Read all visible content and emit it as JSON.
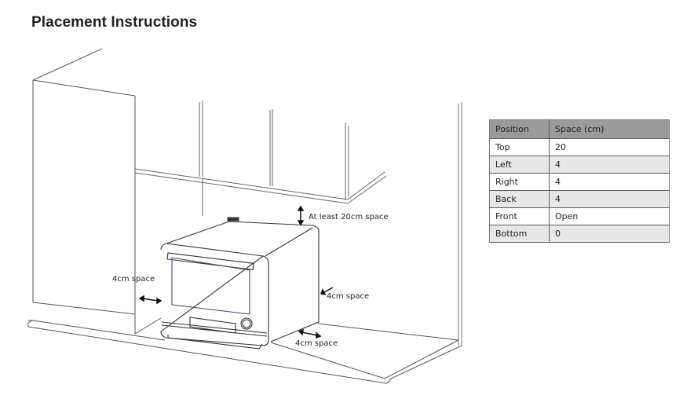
{
  "page": {
    "title": "Placement Instructions"
  },
  "diagram": {
    "labels": {
      "top": "At least 20cm space",
      "left": "4cm space",
      "right": "4cm space",
      "back": "4cm space"
    }
  },
  "table": {
    "headers": [
      "Position",
      "Space (cm)"
    ],
    "rows": [
      {
        "position": "Top",
        "space": "20"
      },
      {
        "position": "Left",
        "space": "4"
      },
      {
        "position": "Right",
        "space": "4"
      },
      {
        "position": "Back",
        "space": "4"
      },
      {
        "position": "Front",
        "space": "Open"
      },
      {
        "position": "Bottom",
        "space": "0"
      }
    ],
    "colors": {
      "header_bg": "#9a9a9a",
      "alt_row_bg": "#e6e7e8"
    }
  }
}
